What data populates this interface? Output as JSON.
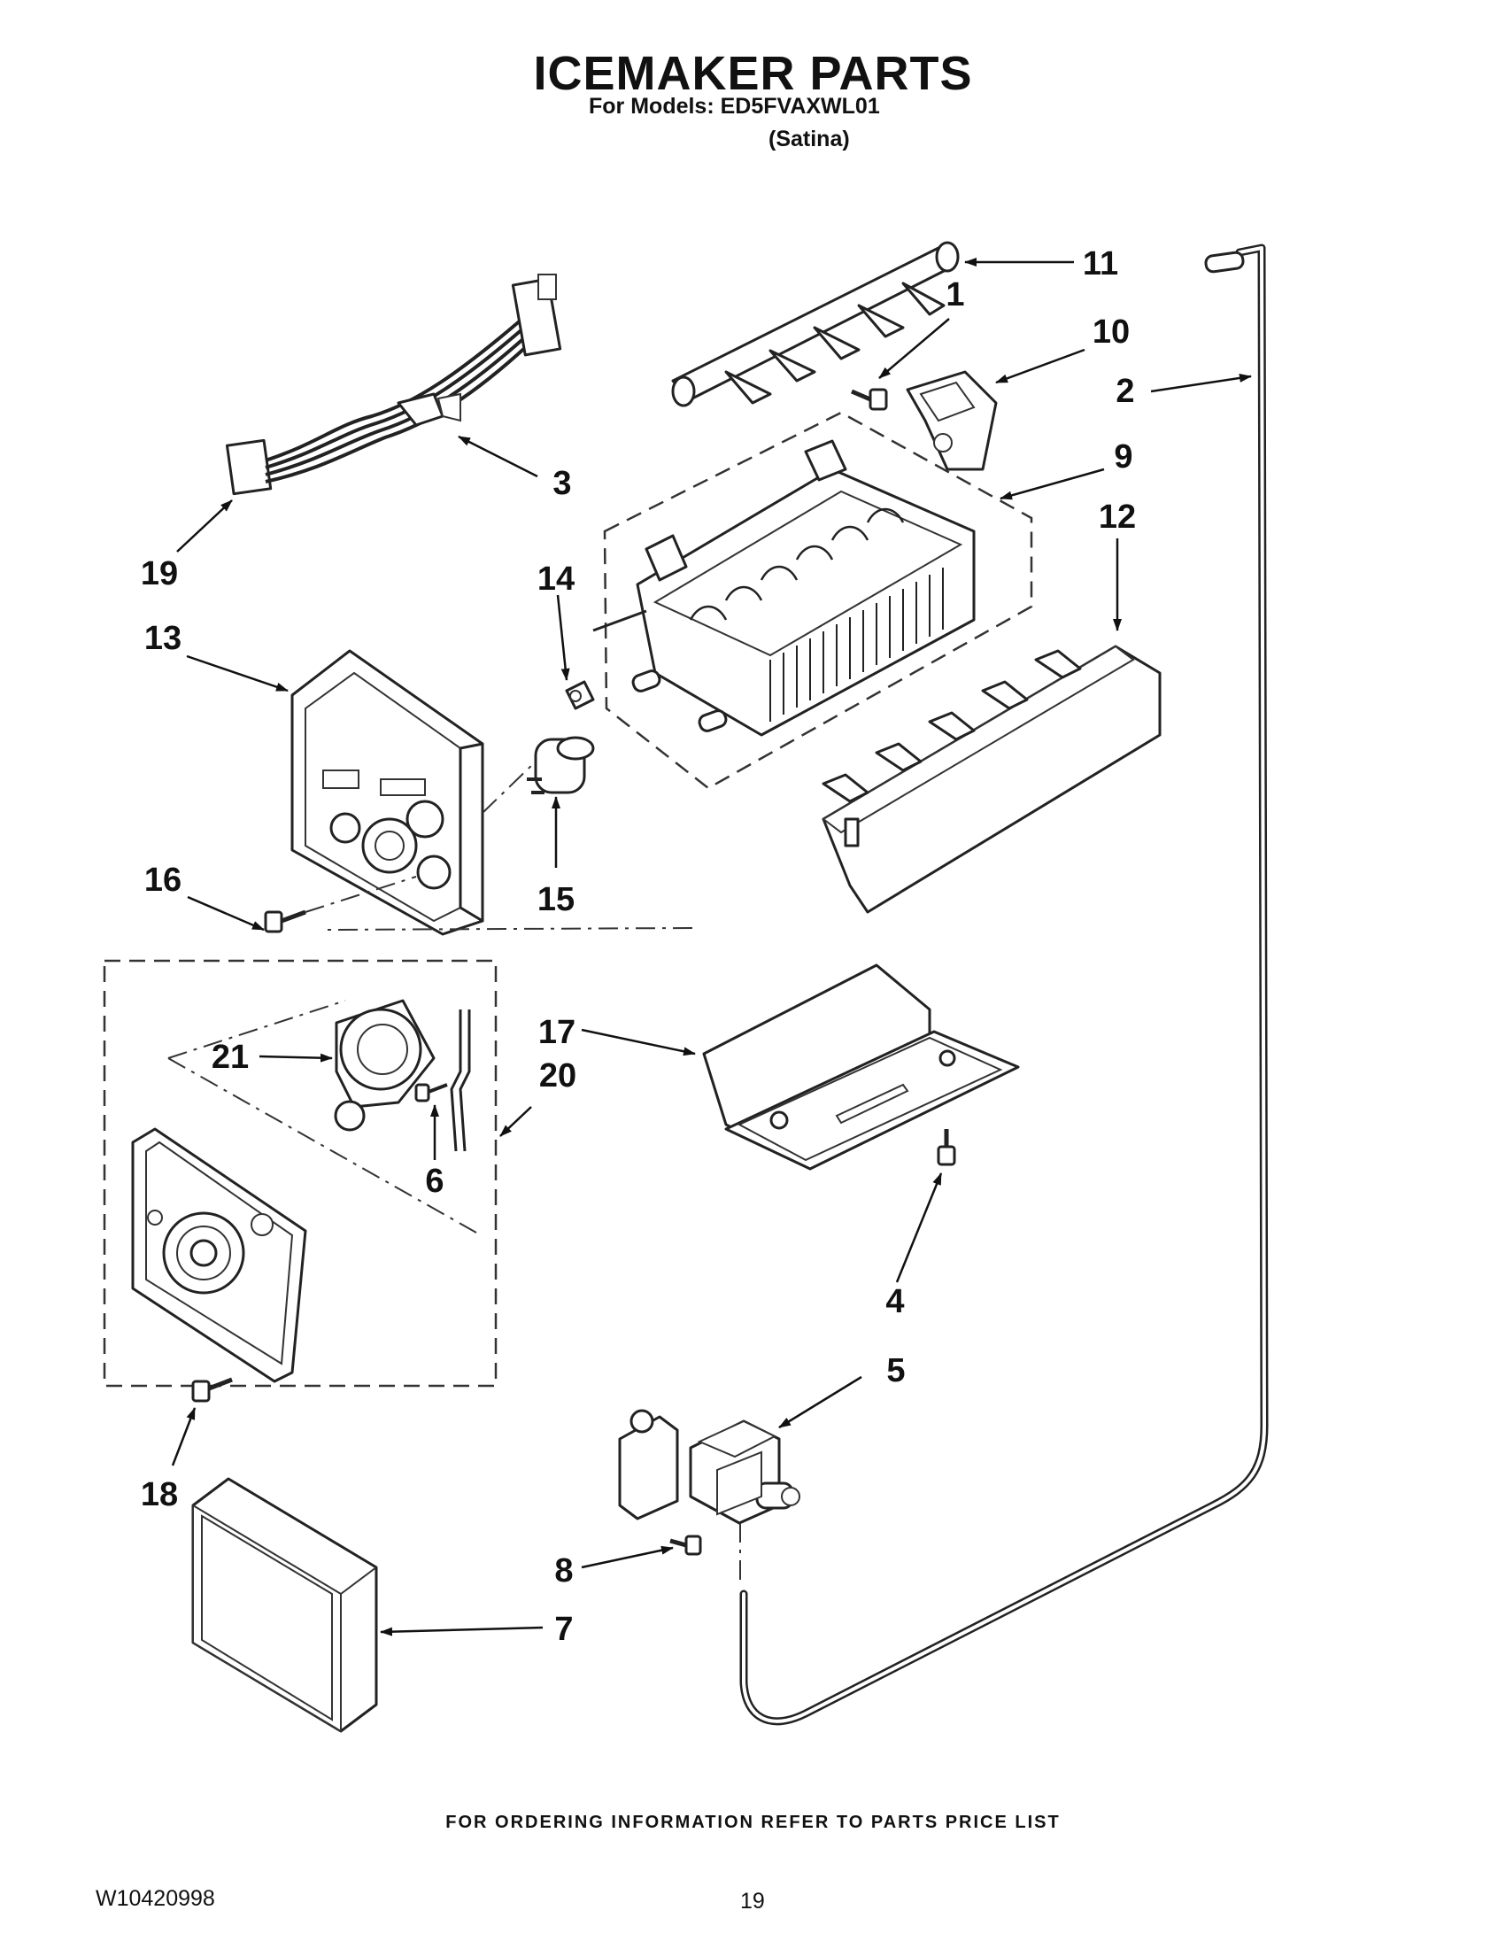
{
  "header": {
    "title": "ICEMAKER PARTS",
    "subtitle": "For Models: ED5FVAXWL01",
    "variant": "(Satina)"
  },
  "footer": {
    "note": "FOR ORDERING INFORMATION REFER TO PARTS PRICE LIST",
    "doc_number": "W10420998",
    "page_number": "19"
  },
  "callouts": {
    "c1": "1",
    "c2": "2",
    "c3": "3",
    "c4": "4",
    "c5": "5",
    "c6": "6",
    "c7": "7",
    "c8": "8",
    "c9": "9",
    "c10": "10",
    "c11": "11",
    "c12": "12",
    "c13": "13",
    "c14": "14",
    "c15": "15",
    "c16": "16",
    "c17": "17",
    "c18": "18",
    "c19": "19",
    "c20": "20",
    "c21": "21"
  }
}
